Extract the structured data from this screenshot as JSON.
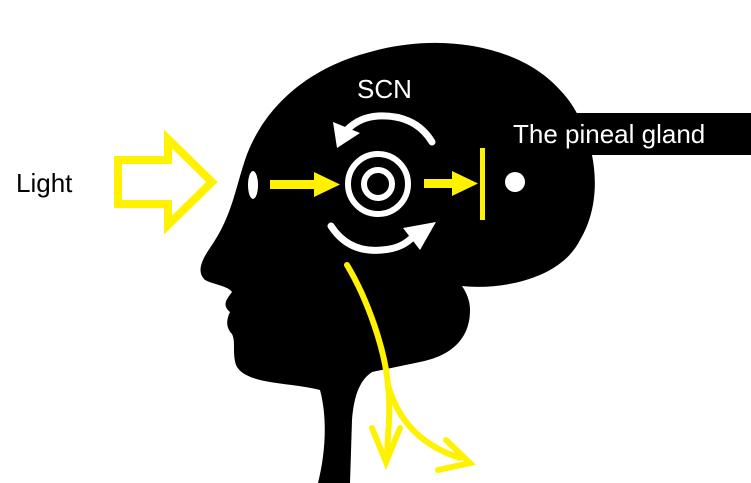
{
  "labels": {
    "light": "Light",
    "scn": "SCN",
    "pineal": "The pineal gland"
  },
  "colors": {
    "head": "#000000",
    "light_path": "#FFF200",
    "cycle_arrows": "#FFFFFF",
    "background": "#FFFFFF"
  },
  "icons": {
    "head": "human-head-silhouette-icon",
    "light_input": "hollow-arrow-icon",
    "eye": "eye-icon",
    "scn": "concentric-circles-icon",
    "pineal_gland": "dot-icon",
    "cycle": "circular-arrows-icon",
    "output": "branching-arrows-icon"
  }
}
